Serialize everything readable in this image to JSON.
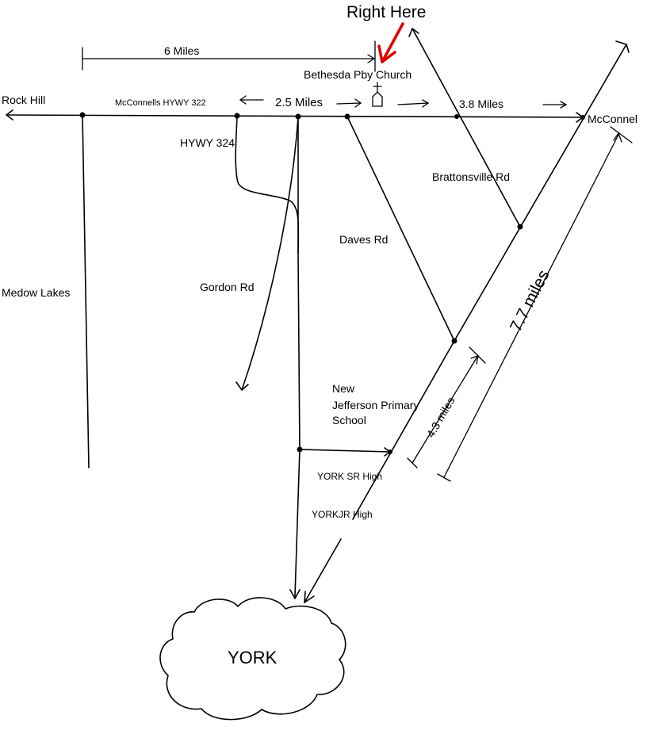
{
  "map": {
    "pointer": {
      "text": "Right Here",
      "arrow_color": "#e00000"
    },
    "church": {
      "name": "Bethesda Pby Church"
    },
    "places": {
      "rock_hill": "Rock Hill",
      "mcconnel": "McConnel",
      "medow_lakes": "Medow Lakes",
      "york": "YORK"
    },
    "roads": {
      "hwy322": "McConnells  HYWY 322",
      "hwy324": "HYWY 324",
      "gordon": "Gordon Rd",
      "daves": "Daves Rd",
      "brattonsville": "Brattonsville Rd"
    },
    "distances": {
      "six": "6 Miles",
      "two_five": "2.5 Miles",
      "three_eight": "3.8 Miles",
      "four_three": "4.3 miles",
      "seven_seven": "7.7 miles"
    },
    "schools": {
      "primary_line1": "New",
      "primary_line2": "Jefferson Primary",
      "primary_line3": "School",
      "sr_high": "YORK SR High",
      "jr_high": "YORKJR High"
    }
  }
}
